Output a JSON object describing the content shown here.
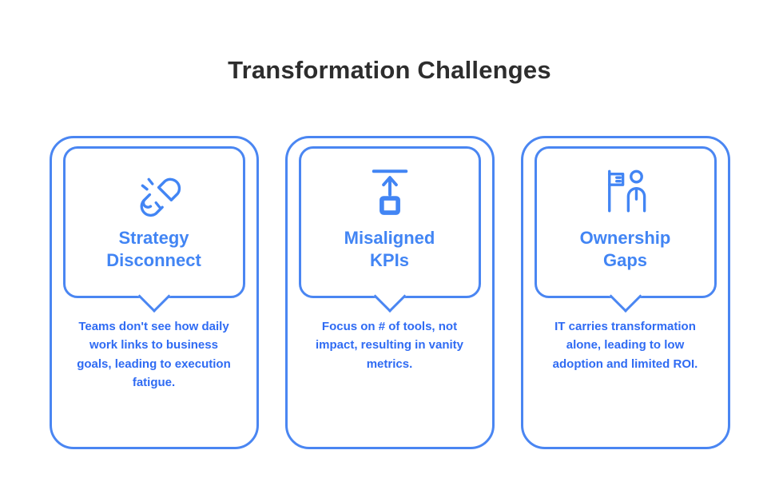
{
  "title": "Transformation Challenges",
  "colors": {
    "accent_border": "#4a86f2",
    "heading_blue": "#4285f4",
    "body_blue": "#2f6bf3",
    "title_dark": "#2d2d2d",
    "background": "#ffffff"
  },
  "cards": [
    {
      "icon": "broken-link-icon",
      "heading": "Strategy Disconnect",
      "body": "Teams don't see how daily work links to business goals, leading to execution fatigue."
    },
    {
      "icon": "align-top-arrow-icon",
      "heading": "Misaligned KPIs",
      "body": "Focus on # of tools, not impact, resulting in vanity metrics."
    },
    {
      "icon": "flag-person-icon",
      "heading": "Ownership Gaps",
      "body": "IT carries transformation alone, leading to low adoption and limited ROI."
    }
  ]
}
